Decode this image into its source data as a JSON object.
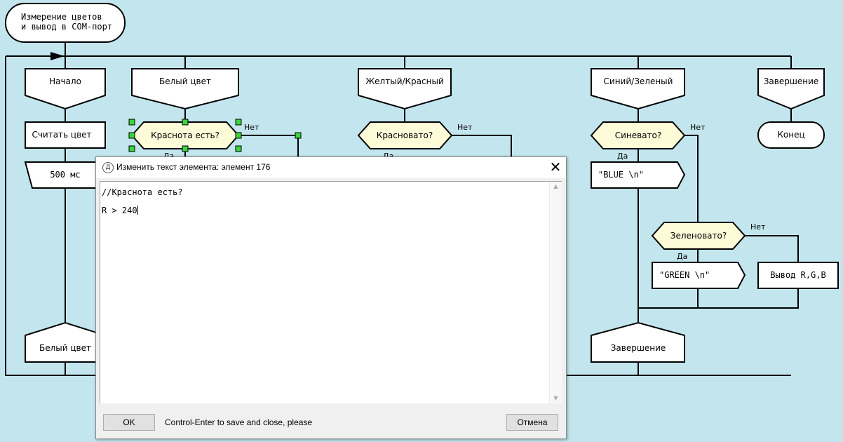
{
  "flowchart": {
    "title_line1": "Измерение цветов",
    "title_line2": "и вывод в COM-порт",
    "branches": {
      "start": "Начало",
      "white": "Белый цвет",
      "yellow_red": "Желтый/Красный",
      "blue_green": "Синий/Зеленый",
      "finish": "Завершение"
    },
    "actions": {
      "read_color": "Считать цвет",
      "delay": "500 мс",
      "blue_out": "\"BLUE \\n\"",
      "green_out": "\"GREEN \\n\"",
      "output_rgb": "Вывод R,G,B"
    },
    "conditions": {
      "redness": "Краснота есть?",
      "reddish": "Красновато?",
      "bluish": "Синевато?",
      "greenish": "Зеленовато?"
    },
    "labels": {
      "yes": "Да",
      "no": "Нет"
    },
    "ends": {
      "end": "Конец",
      "goto_white": "Белый цвет",
      "goto_finish": "Завершение"
    }
  },
  "dialog": {
    "title": "Изменить текст элемента: элемент 176",
    "editor_line1": "//Краснота есть?",
    "editor_line2": "",
    "editor_line3": "R > 240",
    "ok_label": "OK",
    "hint": "Control-Enter to save and close, please",
    "cancel_label": "Отмена"
  },
  "colors": {
    "background": "#c3e6ee",
    "condition_fill": "#fdfbd8",
    "handle": "#3bd43b"
  }
}
